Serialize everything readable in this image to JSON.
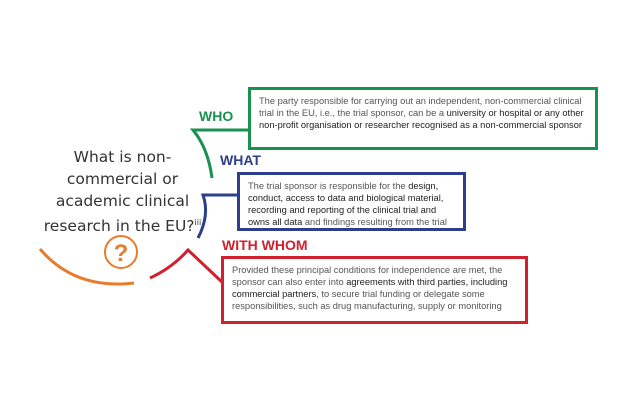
{
  "title": {
    "text": "What is non-commercial or academic clinical research in the EU?",
    "superscript": "iii"
  },
  "icon": "question-mark-icon",
  "colors": {
    "who": "#1a9150",
    "what": "#2b3f8c",
    "with_whom": "#d1202e",
    "accent": "#e87b2c"
  },
  "sections": {
    "who": {
      "label": "WHO",
      "parts": [
        {
          "text": "The party responsible for carrying out an independent, non-commercial clinical trial in the EU, i.e., the trial sponsor, can be a ",
          "bold": false
        },
        {
          "text": "university or hospital or any other non-profit organisation or researcher recognised as a non-commercial sponsor",
          "bold": true
        }
      ]
    },
    "what": {
      "label": "WHAT",
      "parts": [
        {
          "text": "The trial sponsor is responsible for the ",
          "bold": false
        },
        {
          "text": "design, conduct, access to data and biological material, recording and reporting of the clinical trial and owns all data",
          "bold": true
        },
        {
          "text": " and findings resulting from the trial",
          "bold": false
        }
      ]
    },
    "with_whom": {
      "label": "WITH WHOM",
      "parts": [
        {
          "text": "Provided these principal conditions for independence are met, the sponsor can also enter into ",
          "bold": false
        },
        {
          "text": "agreements with third parties, including commercial partners",
          "bold": true
        },
        {
          "text": ", to secure trial funding or delegate some responsibilities, such as drug manufacturing, supply or monitoring",
          "bold": false
        }
      ]
    }
  }
}
